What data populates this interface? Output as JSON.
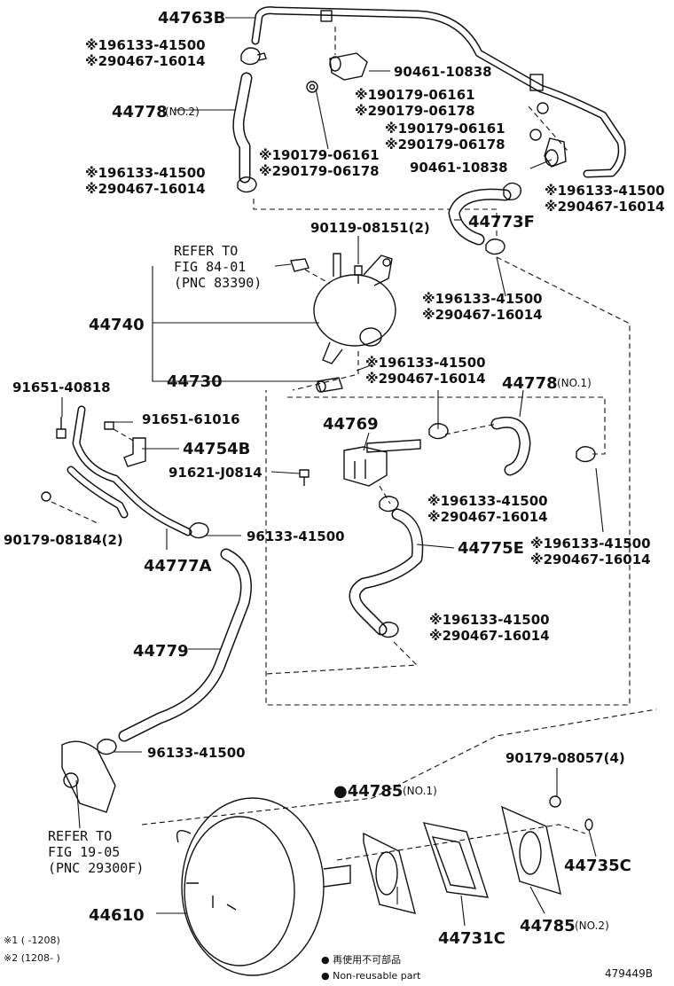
{
  "labels": {
    "p44763B": "44763B",
    "clampA1": "※196133-41500",
    "clampA2": "※290467-16014",
    "p90461_top": "90461-10838",
    "p90179_a1": "※190179-06161",
    "p90179_a2": "※290179-06178",
    "p44778": "44778",
    "p44778_note": "(NO.2)",
    "p90179_b1": "※190179-06161",
    "p90179_b2": "※290179-06178",
    "p90179_c1": "※190179-06161",
    "p90179_c2": "※290179-06178",
    "p90461_mid": "90461-10838",
    "clampB1": "※196133-41500",
    "clampB2": "※290467-16014",
    "clampC1": "※196133-41500",
    "clampC2": "※290467-16014",
    "p44773F": "44773F",
    "p90119": "90119-08151(2)",
    "refer1_a": "REFER TO",
    "refer1_b": "FIG 84-01",
    "refer1_c": "(PNC 83390)",
    "clampD1": "※196133-41500",
    "clampD2": "※290467-16014",
    "p44740": "44740",
    "p44730": "44730",
    "clampE1": "※196133-41500",
    "clampE2": "※290467-16014",
    "p44778_no1": "44778",
    "p44778_no1_note": "(NO.1)",
    "p91651_40818": "91651-40818",
    "p91651_61016": "91651-61016",
    "p44769": "44769",
    "p44754B": "44754B",
    "p91621": "91621-J0814",
    "clampF1": "※196133-41500",
    "clampF2": "※290467-16014",
    "p90179_08184": "90179-08184(2)",
    "p96133_a": "96133-41500",
    "p44775E": "44775E",
    "clampG1": "※196133-41500",
    "clampG2": "※290467-16014",
    "p44777A": "44777A",
    "clampH1": "※196133-41500",
    "clampH2": "※290467-16014",
    "p44779": "44779",
    "p96133_b": "96133-41500",
    "p90179_08057": "90179-08057(4)",
    "refer2_a": "REFER TO",
    "refer2_b": "FIG 19-05",
    "refer2_c": "(PNC 29300F)",
    "p44785_no1": "●44785",
    "p44785_no1_note": "(NO.1)",
    "p44735C": "44735C",
    "p44610": "44610",
    "p44731C": "44731C",
    "p44785_no2": "44785",
    "p44785_no2_note": "(NO.2)",
    "note1": "※1 (        -1208)",
    "note2": "※2 (1208-        )",
    "legend1": "● 再使用不可部品",
    "legend2": "● Non-reusable part",
    "figure_id": "479449B"
  }
}
